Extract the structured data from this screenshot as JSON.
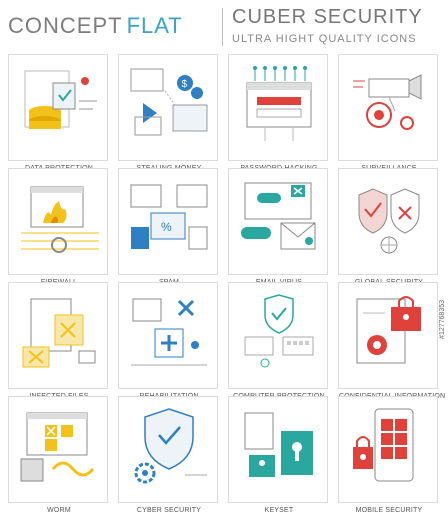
{
  "header": {
    "concept": "CONCEPT",
    "flat": "FLAT",
    "title": "CUBER SECURITY",
    "subtitle": "ULTRA HIGHT QUALITY ICONS"
  },
  "watermark": "#127768353",
  "colors": {
    "teal": "#2aa8a0",
    "red": "#e0413b",
    "yellow": "#f2c21b",
    "blue": "#2f7fc4",
    "gray": "#9a9a9a",
    "light": "#d6d6d6"
  },
  "tiles": [
    {
      "label": "DATA PROTECTION"
    },
    {
      "label": "STEALING MONEY"
    },
    {
      "label": "PASSWORD HACKING"
    },
    {
      "label": "SURVEILLANCE"
    },
    {
      "label": "FIREWALL"
    },
    {
      "label": "SPAM"
    },
    {
      "label": "EMAIL VIRUS"
    },
    {
      "label": "GLOBAL SECURITY"
    },
    {
      "label": "INFECTED FILES"
    },
    {
      "label": "REHABILITATION"
    },
    {
      "label": "COMPUTER PROTECTION"
    },
    {
      "label": "CONFIDENTIAL INFORMATION"
    },
    {
      "label": "WORM"
    },
    {
      "label": "CYBER SECURITY"
    },
    {
      "label": "KEYSET"
    },
    {
      "label": "MOBILE SECURITY"
    }
  ]
}
